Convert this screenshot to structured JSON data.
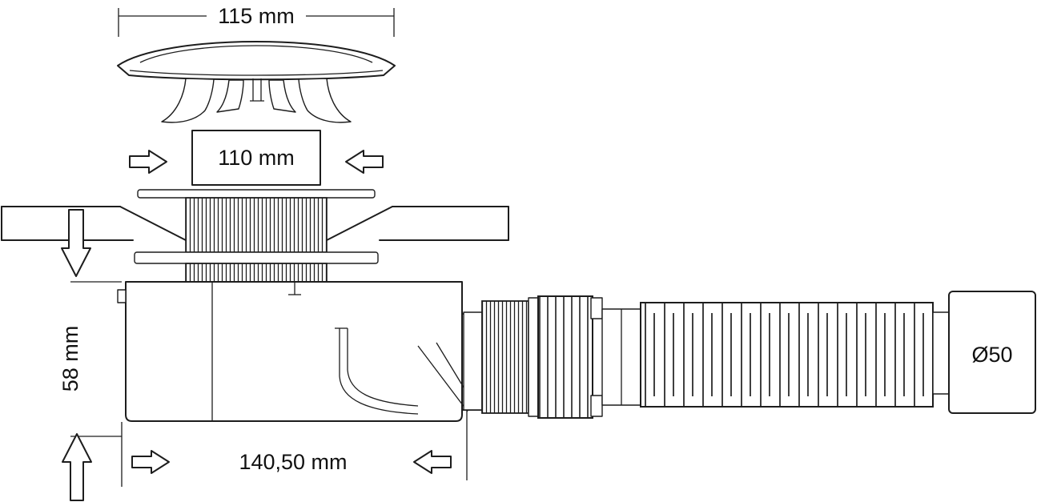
{
  "page": {
    "background_color": "#ffffff",
    "line_color": "#1d1d1d"
  },
  "diagram": {
    "labels": {
      "cap_width": "115 mm",
      "flange_width": "110 mm",
      "body_height": "58 mm",
      "body_length": "140,50 mm",
      "outlet_diameter": "Ø50"
    }
  }
}
